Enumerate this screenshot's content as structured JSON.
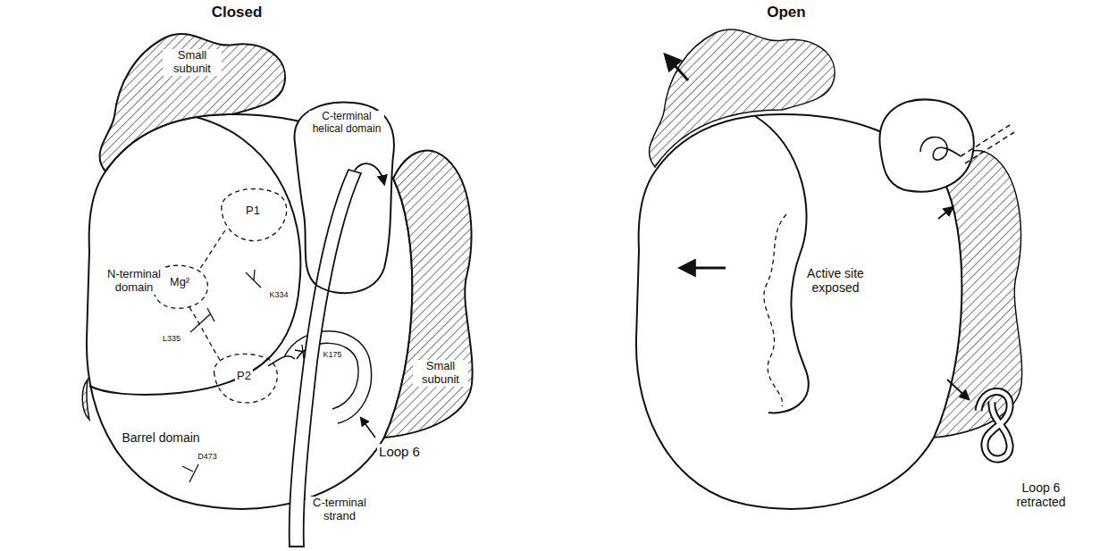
{
  "diagram": {
    "nodes": [
      {
        "text": [
          "Small subunit"
        ]
      },
      {
        "text": [
          "C-terminal helical domain"
        ]
      },
      {
        "text": [
          "Small subunit"
        ]
      },
      {
        "text": [
          "P1"
        ]
      },
      {
        "text": [
          "Mg²"
        ]
      },
      {
        "text": [
          "P2"
        ]
      }
    ],
    "labels": [
      "Closed",
      "Open",
      "N-terminal domain",
      "K334",
      "L335",
      "K175",
      "Loop 6",
      "Barrel domain",
      "D473",
      "C-terminal strand",
      "Active site exposed",
      "Loop 6 retracted"
    ]
  }
}
